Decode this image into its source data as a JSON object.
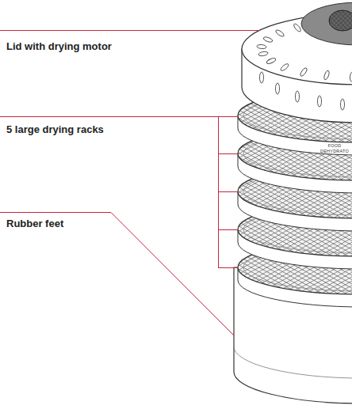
{
  "diagram": {
    "labels": [
      "Lid with drying motor",
      "5 large drying racks",
      "Rubber feet",
      "FOOD DEHYDRATO"
    ]
  }
}
